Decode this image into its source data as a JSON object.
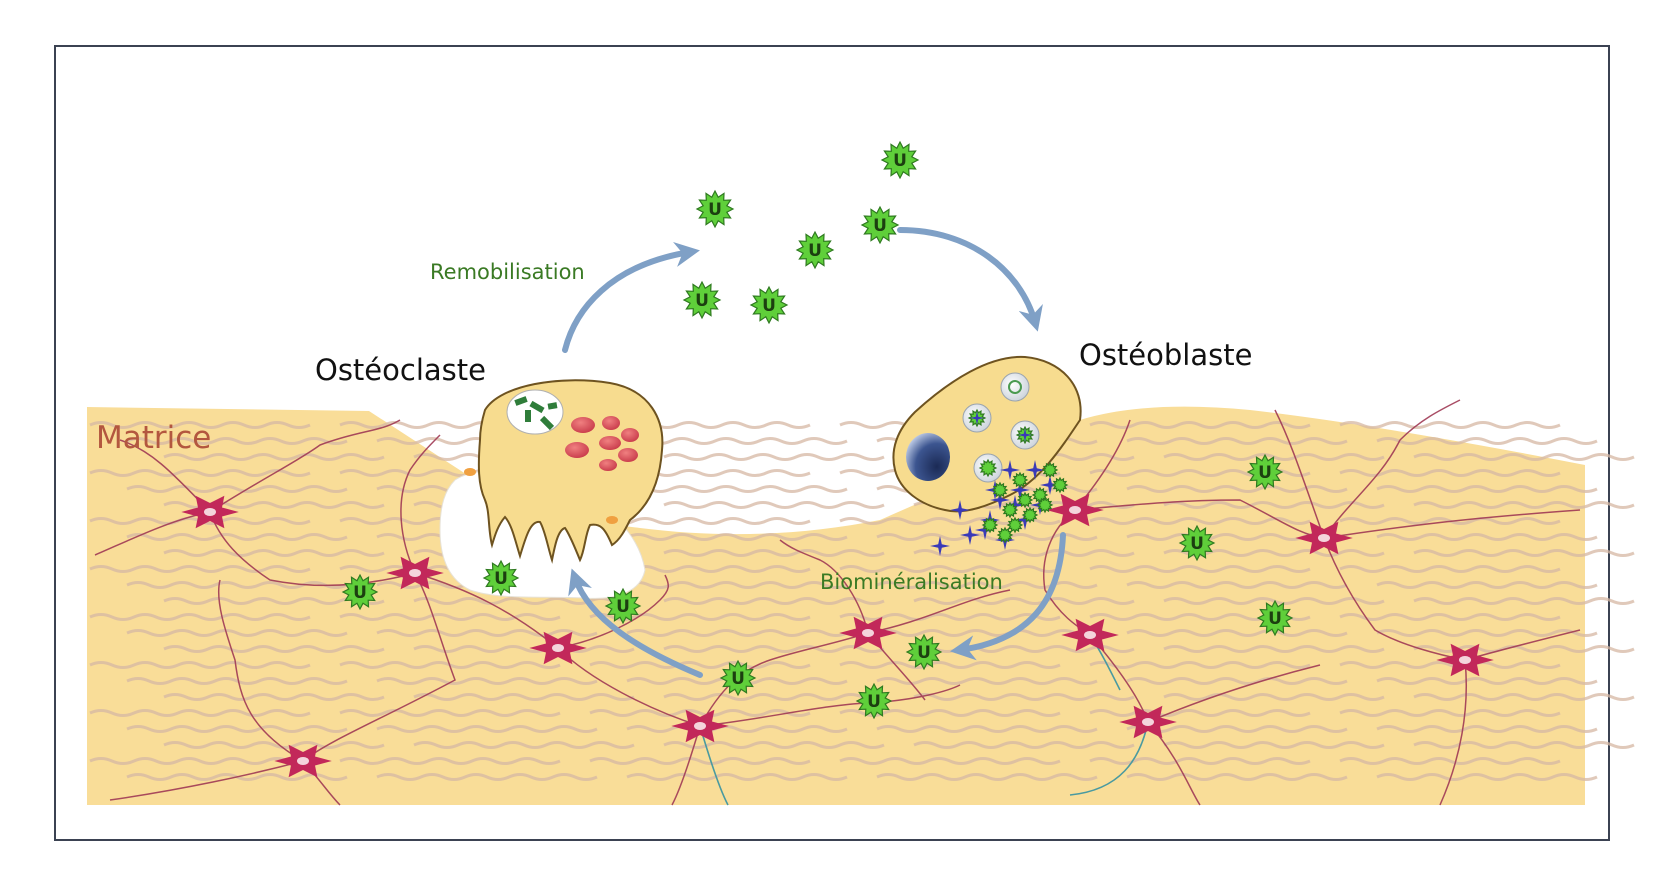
{
  "labels": {
    "osteoclast": "Ostéoclaste",
    "osteoblast": "Ostéoblaste",
    "matrix": "Matrice",
    "remobilisation": "Remobilisation",
    "biomineralisation": "Biominéralisation"
  },
  "particle": {
    "symbol": "U"
  },
  "colors": {
    "matrix_fill": "#f9dd98",
    "cell_body": "#f7dc8f",
    "osteocyte": "#c2285a",
    "network_line": "#a03a55",
    "arrow": "#7fa0c6",
    "particle": "#5fcf3a",
    "process_text": "#3a7a24",
    "matrix_text": "#b3573f",
    "crystal": "#3a3ab8",
    "frame_border": "#3b4252"
  }
}
